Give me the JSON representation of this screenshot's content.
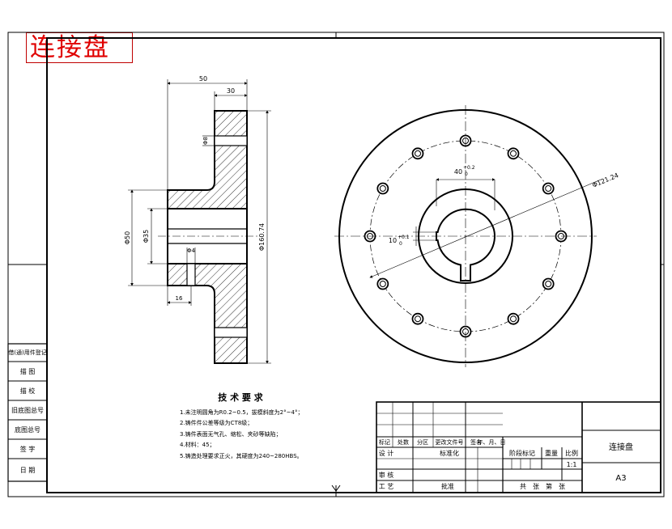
{
  "stamp_title": "连接盘",
  "side_view": {
    "dims": {
      "overall_len": "50",
      "flange_len": "30",
      "hole_small": "Φ8",
      "d_bore": "Φ35",
      "d_hub": "Φ50",
      "d_outer": "Φ160.74",
      "tap_hole": "Φ4",
      "hub_len": "16"
    }
  },
  "front_view": {
    "keyway_width": "40",
    "keyway_tol_upper": "+0.2",
    "keyway_tol_lower": "0",
    "key_depth": "10",
    "key_tol_upper": "+0.1",
    "key_tol_lower": "0",
    "pcd_label": "Φ121.24",
    "hole_count": 12
  },
  "tech_requirements": {
    "title": "技 术 要 求",
    "items": [
      "1.未注明圆角为R0.2~0.5，拔模斜度为2°~4°；",
      "2.铸件件公差等级为CT8级；",
      "3.铸件表面无气孔、缩松、夹砂等缺陷；",
      "4.材料：45；",
      "5.铸造处理要求正火，其硬度为240~280HBS。"
    ]
  },
  "left_strip": [
    "借(通)用件登记",
    "描 图",
    "描 校",
    "旧底图总号",
    "底图总号",
    "签 字",
    "日 期"
  ],
  "title_block": {
    "header_row": [
      "标记",
      "处数",
      "分区",
      "更改文件号",
      "签名",
      "年、月、日"
    ],
    "design": "设 计",
    "standardization": "标准化",
    "stage_mark": "阶段标记",
    "weight": "重量",
    "scale": "比例",
    "scale_value": "1:1",
    "review": "审 核",
    "process": "工 艺",
    "approve": "批准",
    "sheets": "共　张　第　张",
    "part_name": "连接盘",
    "sheet_size": "A3"
  }
}
